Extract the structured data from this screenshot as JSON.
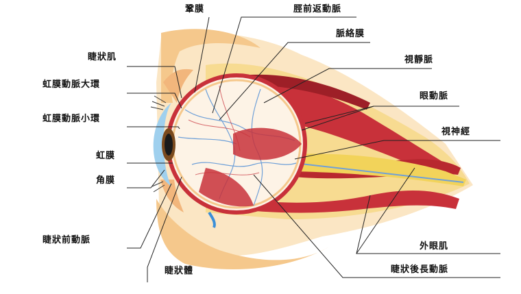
{
  "labels": {
    "sclera": "鞏膜",
    "ant_ciliary_vein": "脛前返動脈",
    "choroid": "脈絡膜",
    "retinal_vein": "視靜脈",
    "ophthalmic_artery": "眼動脈",
    "optic_nerve": "視神經",
    "extraocular_muscle": "外眼肌",
    "long_post_ciliary_artery": "睫狀後長動脈",
    "ciliary_muscle": "睫狀肌",
    "major_arterial_circle": "虹膜動脈大環",
    "minor_arterial_circle": "虹膜動脈小環",
    "iris": "虹膜",
    "cornea": "角膜",
    "ant_ciliary_artery": "睫狀前動脈",
    "ciliary_body": "睫狀體"
  },
  "colors": {
    "skin": "#f5c88c",
    "skin_light": "#fbe6c4",
    "fat": "#f6d888",
    "muscle": "#c8313a",
    "muscle_dark": "#9d1f27",
    "eyeball": "#fdf3e6",
    "vessel_blue": "#6fa0d8",
    "cornea": "#9fd0ee",
    "pupil": "#1a1a1a",
    "nerve": "#f2d35a",
    "line": "#222222"
  }
}
